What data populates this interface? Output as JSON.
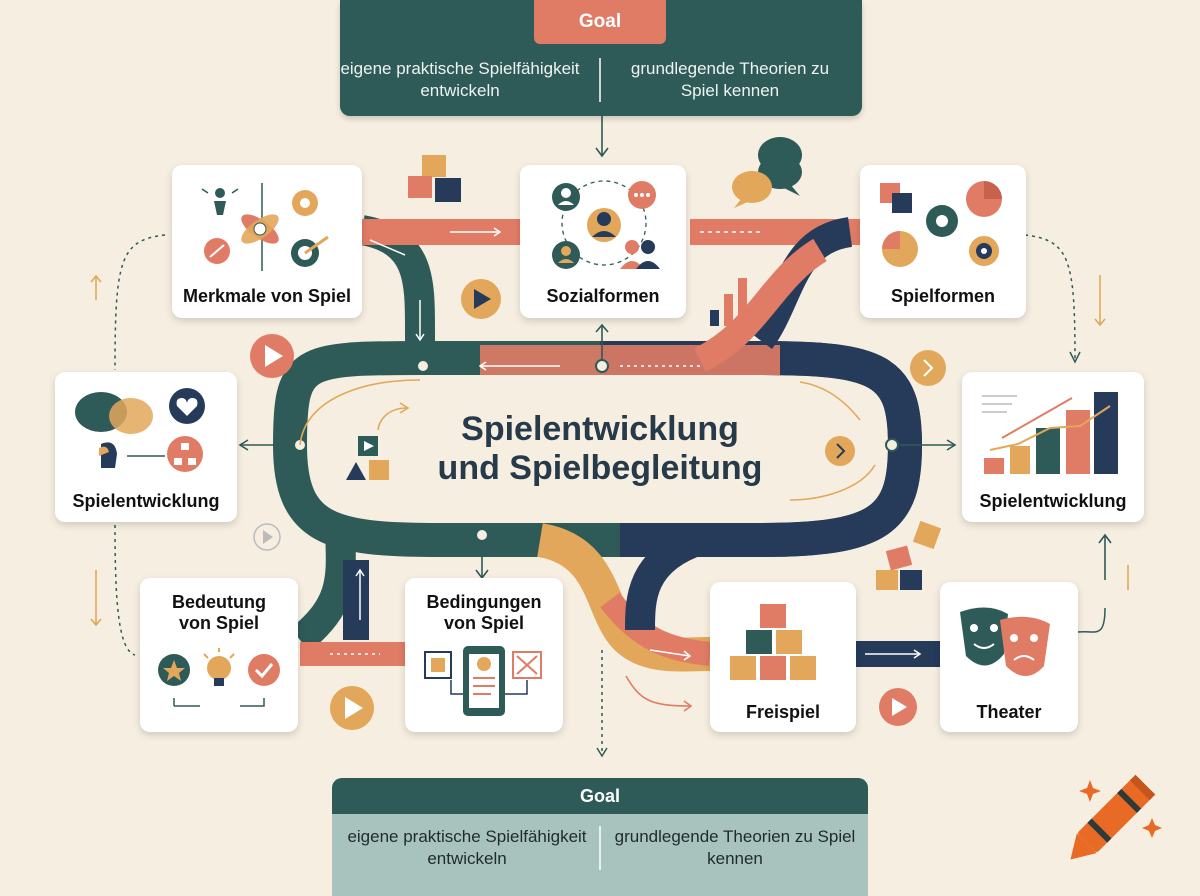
{
  "goal_top": {
    "label": "Goal",
    "left_text": "eigene praktische Spielfähigkeit entwickeln",
    "right_text": "grundlegende Theorien zu Spiel kennen"
  },
  "goal_bottom": {
    "label": "Goal",
    "left_text": "eigene praktische Spielfähigkeit entwickeln",
    "right_text": "grundlegende Theorien zu Spiel kennen"
  },
  "center": {
    "title_line1": "Spielentwicklung",
    "title_line2": "und Spielbegleitung"
  },
  "nodes": {
    "merkmale": "Merkmale von Spiel",
    "sozialformen": "Sozialformen",
    "spielformen": "Spielformen",
    "spielentwicklung_left": "Spielentwicklung",
    "spielentwicklung_right": "Spielentwicklung",
    "bedeutung_line1": "Bedeutung",
    "bedeutung_line2": "von Spiel",
    "bedingungen_line1": "Bedingungen",
    "bedingungen_line2": "von Spiel",
    "freispiel": "Freispiel",
    "theater": "Theater"
  },
  "colors": {
    "background": "#f6efe1",
    "teal": "#2e5a57",
    "navy": "#263a5a",
    "coral": "#e07c66",
    "ochre": "#e2a75a",
    "sage": "#a8c3bd"
  },
  "icons": [
    "cube-cluster-icon",
    "speech-bubbles-icon",
    "bar-chart-icon",
    "play-icon",
    "crayon-icon",
    "sparkle-icon",
    "comedy-tragedy-masks-icon",
    "building-blocks-icon",
    "lightbulb-icon",
    "checklist-icon",
    "gear-icon",
    "people-icon",
    "heart-icon"
  ]
}
